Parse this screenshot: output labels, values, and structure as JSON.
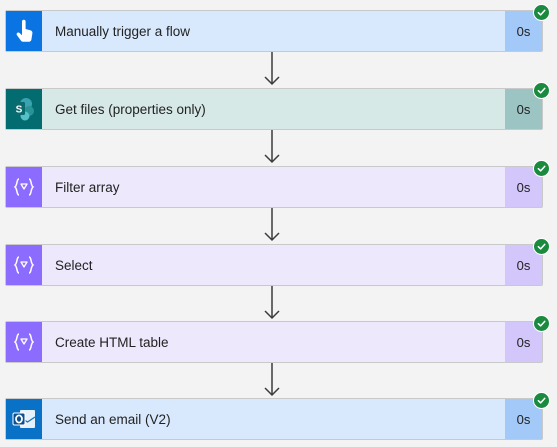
{
  "steps": [
    {
      "label": "Manually trigger a flow",
      "duration": "0s",
      "status": "succeeded",
      "icon": "touch-trigger-icon",
      "colors": {
        "bg": "#d9e9fd",
        "icon": "#0a74e2",
        "badge": "#a2c9f7"
      }
    },
    {
      "label": "Get files (properties only)",
      "duration": "0s",
      "status": "succeeded",
      "icon": "sharepoint-icon",
      "colors": {
        "bg": "#d7e9e7",
        "icon": "#036c70",
        "badge": "#9cc4c3"
      }
    },
    {
      "label": "Filter array",
      "duration": "0s",
      "status": "succeeded",
      "icon": "data-operation-icon",
      "colors": {
        "bg": "#ede8fc",
        "icon": "#8c6cff",
        "badge": "#d2c6fb"
      }
    },
    {
      "label": "Select",
      "duration": "0s",
      "status": "succeeded",
      "icon": "data-operation-icon",
      "colors": {
        "bg": "#ede8fc",
        "icon": "#8c6cff",
        "badge": "#d2c6fb"
      }
    },
    {
      "label": "Create HTML table",
      "duration": "0s",
      "status": "succeeded",
      "icon": "data-operation-icon",
      "colors": {
        "bg": "#ede8fc",
        "icon": "#8c6cff",
        "badge": "#d2c6fb"
      }
    },
    {
      "label": "Send an email (V2)",
      "duration": "0s",
      "status": "succeeded",
      "icon": "outlook-icon",
      "colors": {
        "bg": "#d9e9fd",
        "icon": "#0a72c6",
        "badge": "#a2c9f7"
      }
    }
  ],
  "colors": {
    "success": "#1a8a3e",
    "arrow": "#3b3b3b"
  }
}
